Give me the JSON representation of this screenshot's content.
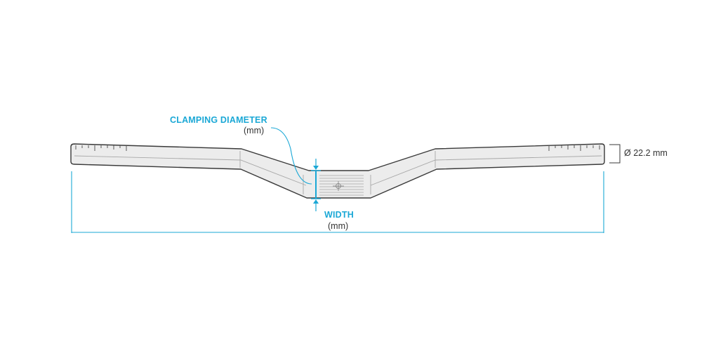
{
  "labels": {
    "clamping_title": "CLAMPING DIAMETER",
    "clamping_unit": "(mm)",
    "width_title": "WIDTH",
    "width_unit": "(mm)",
    "grip_diameter": "Ø 22.2 mm"
  },
  "colors": {
    "accent": "#1ba8d6",
    "outline": "#3a3a3a",
    "fill": "#ececec",
    "detail": "#a8a8a8",
    "text": "#333333"
  }
}
